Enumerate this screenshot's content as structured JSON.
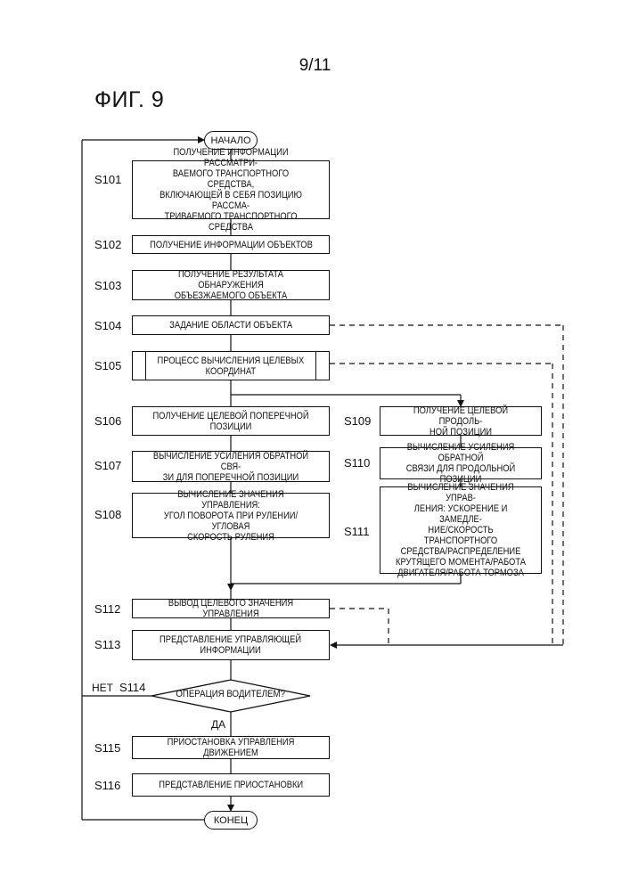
{
  "page_number": "9/11",
  "figure_label": "ФИГ. 9",
  "terminals": {
    "start": "НАЧАЛО",
    "end": "КОНЕЦ"
  },
  "steps": {
    "s101": {
      "id": "S101",
      "text": "ПОЛУЧЕНИЕ ИНФОРМАЦИИ РАССМАТРИ-\nВАЕМОГО ТРАНСПОРТНОГО СРЕДСТВА,\nВКЛЮЧАЮЩЕЙ В СЕБЯ ПОЗИЦИЮ РАССМА-\nТРИВАЕМОГО ТРАНСПОРТНОГО СРЕДСТВА"
    },
    "s102": {
      "id": "S102",
      "text": "ПОЛУЧЕНИЕ ИНФОРМАЦИИ ОБЪЕКТОВ"
    },
    "s103": {
      "id": "S103",
      "text": "ПОЛУЧЕНИЕ РЕЗУЛЬТАТА ОБНАРУЖЕНИЯ\nОБЪЕЗЖАЕМОГО ОБЪЕКТА"
    },
    "s104": {
      "id": "S104",
      "text": "ЗАДАНИЕ ОБЛАСТИ ОБЪЕКТА"
    },
    "s105": {
      "id": "S105",
      "text": "ПРОЦЕСС ВЫЧИСЛЕНИЯ ЦЕЛЕВЫХ\nКООРДИНАТ"
    },
    "s106": {
      "id": "S106",
      "text": "ПОЛУЧЕНИЕ ЦЕЛЕВОЙ ПОПЕРЕЧНОЙ\nПОЗИЦИИ"
    },
    "s107": {
      "id": "S107",
      "text": "ВЫЧИСЛЕНИЕ УСИЛЕНИЯ ОБРАТНОЙ СВЯ-\nЗИ ДЛЯ ПОПЕРЕЧНОЙ ПОЗИЦИИ"
    },
    "s108": {
      "id": "S108",
      "text": "ВЫЧИСЛЕНИЕ ЗНАЧЕНИЯ УПРАВЛЕНИЯ:\nУГОЛ ПОВОРОТА ПРИ РУЛЕНИИ/УГЛОВАЯ\nСКОРОСТЬ РУЛЕНИЯ"
    },
    "s109": {
      "id": "S109",
      "text": "ПОЛУЧЕНИЕ ЦЕЛЕВОЙ ПРОДОЛЬ-\nНОЙ ПОЗИЦИИ"
    },
    "s110": {
      "id": "S110",
      "text": "ВЫЧИСЛЕНИЕ УСИЛЕНИЯ ОБРАТНОЙ\nСВЯЗИ ДЛЯ ПРОДОЛЬНОЙ ПОЗИЦИИ"
    },
    "s111": {
      "id": "S111",
      "text": "ВЫЧИСЛЕНИЕ ЗНАЧЕНИЯ УПРАВ-\nЛЕНИЯ: УСКОРЕНИЕ И ЗАМЕДЛЕ-\nНИЕ/СКОРОСТЬ ТРАНСПОРТНОГО\nСРЕДСТВА/РАСПРЕДЕЛЕНИЕ\nКРУТЯЩЕГО МОМЕНТА/РАБОТА\nДВИГАТЕЛЯ/РАБОТА ТОРМОЗА"
    },
    "s112": {
      "id": "S112",
      "text": "ВЫВОД ЦЕЛЕВОГО ЗНАЧЕНИЯ УПРАВЛЕНИЯ"
    },
    "s113": {
      "id": "S113",
      "text": "ПРЕДСТАВЛЕНИЕ УПРАВЛЯЮЩЕЙ\nИНФОРМАЦИИ"
    },
    "s114": {
      "id": "S114",
      "text": "ОПЕРАЦИЯ ВОДИТЕЛЕМ?"
    },
    "s115": {
      "id": "S115",
      "text": "ПРИОСТАНОВКА УПРАВЛЕНИЯ ДВИЖЕНИЕМ"
    },
    "s116": {
      "id": "S116",
      "text": "ПРЕДСТАВЛЕНИЕ ПРИОСТАНОВКИ"
    }
  },
  "branch_labels": {
    "yes": "ДА",
    "no": "НЕТ"
  }
}
